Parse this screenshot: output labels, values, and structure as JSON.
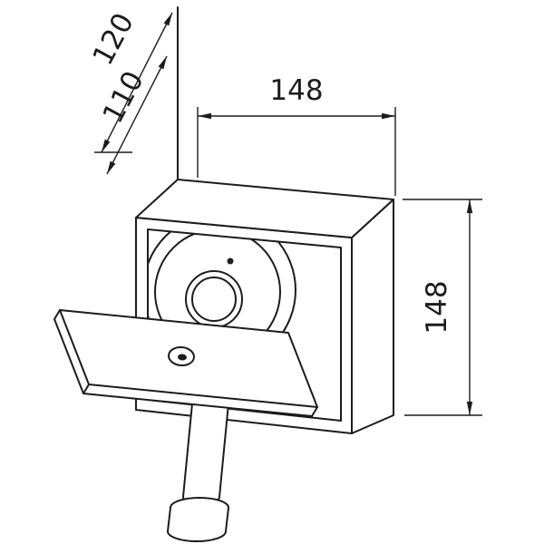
{
  "drawing": {
    "title": "Dimensioned technical drawing of a wall-mounted box with open drop-down door and pull knob",
    "dimensions": {
      "width_top": "148",
      "height_right": "148",
      "depth_outer": "120",
      "depth_inner": "110"
    },
    "colors": {
      "line": "#1c1c1c",
      "background": "#ffffff"
    }
  }
}
